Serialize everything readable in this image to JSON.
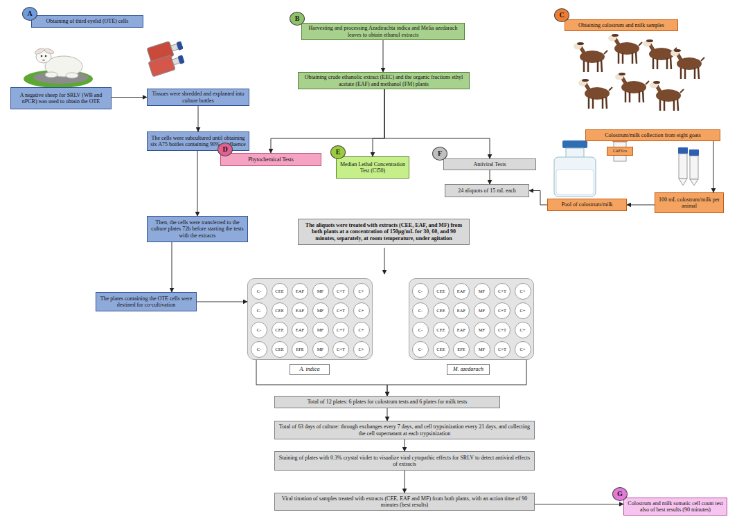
{
  "diagram": {
    "nodes": [
      {
        "text": [
          "A"
        ]
      },
      {
        "text": [
          "Obtaining of third eyelid (OTE) cells"
        ]
      },
      {
        "text": [
          "A negative sheep for SRLV (WB and nPCR) was used to obtain the OTE"
        ]
      },
      {
        "text": [
          "Tissues were shredded and explanted into culture bottles"
        ]
      },
      {
        "text": [
          "The cells were subcultured until obtaining six A75 bottles containing 90% confluence"
        ]
      },
      {
        "text": [
          "Then, the cells were transferred to the culture plates 72h before starting the tests with the extracts"
        ]
      },
      {
        "text": [
          "The plates containing the OTE cells were destined for co-cultivation"
        ]
      },
      {
        "text": [
          "B"
        ]
      },
      {
        "text": [
          "Harvesting and processing Azadirachta indica and Melia azedarach leaves to obtain ethanol extracts"
        ]
      },
      {
        "text": [
          "Obtaining crude ethanolic extract (EEC) and the organic fractions ethyl acetate (EAF) and methanol (FM) plants"
        ]
      },
      {
        "text": [
          "C"
        ]
      },
      {
        "text": [
          "Obtaining colostrum and milk samples"
        ]
      },
      {
        "text": [
          "Colostrum/milk collection from eight goats"
        ]
      },
      {
        "text": [
          "100 mL colostrum/milk per animal"
        ]
      },
      {
        "text": [
          "Pool of colostrum/milk"
        ]
      },
      {
        "text": [
          "CAEVco"
        ]
      },
      {
        "text": [
          "D"
        ]
      },
      {
        "text": [
          "Phytochemical Tests"
        ]
      },
      {
        "text": [
          "E"
        ]
      },
      {
        "text": [
          "Median Lethal Concentration Test (Cl50)"
        ]
      },
      {
        "text": [
          "F"
        ]
      },
      {
        "text": [
          "Antiviral Tests"
        ]
      },
      {
        "text": [
          "24 aliquots of 15 mL each"
        ]
      },
      {
        "text": [
          "The aliquots were treated with extracts (CEE, EAF, and MF) from both plants at a concentration of 150μg/mL for 30, 60, and 90 minutes, separately, at room temperature, under agitation"
        ]
      },
      {
        "text": []
      },
      {
        "text": [
          "C-"
        ],
        "in": 24
      },
      {
        "text": [
          "CEE"
        ],
        "in": 24
      },
      {
        "text": [
          "EAF"
        ],
        "in": 24
      },
      {
        "text": [
          "MF"
        ],
        "in": 24
      },
      {
        "text": [
          "C+T"
        ],
        "in": 24
      },
      {
        "text": [
          "C+"
        ],
        "in": 24
      },
      {
        "text": [
          "C-"
        ],
        "in": 24
      },
      {
        "text": [
          "CEE"
        ],
        "in": 24
      },
      {
        "text": [
          "EAF"
        ],
        "in": 24
      },
      {
        "text": [
          "MF"
        ],
        "in": 24
      },
      {
        "text": [
          "C+T"
        ],
        "in": 24
      },
      {
        "text": [
          "C+"
        ],
        "in": 24
      },
      {
        "text": [
          "C-"
        ],
        "in": 24
      },
      {
        "text": [
          "CEE"
        ],
        "in": 24
      },
      {
        "text": [
          "EAF"
        ],
        "in": 24
      },
      {
        "text": [
          "MF"
        ],
        "in": 24
      },
      {
        "text": [
          "C+T"
        ],
        "in": 24
      },
      {
        "text": [
          "C+"
        ],
        "in": 24
      },
      {
        "text": [
          "C-"
        ],
        "in": 24
      },
      {
        "text": [
          "CEE"
        ],
        "in": 24
      },
      {
        "text": [
          "EFE"
        ],
        "in": 24
      },
      {
        "text": [
          "MF"
        ],
        "in": 24
      },
      {
        "text": [
          "C+T"
        ],
        "in": 24
      },
      {
        "text": [
          "C+"
        ],
        "in": 24
      },
      {
        "text": [
          "A. indica"
        ]
      },
      {
        "text": []
      },
      {
        "text": [
          "C-"
        ],
        "in": 50
      },
      {
        "text": [
          "CEE"
        ],
        "in": 50
      },
      {
        "text": [
          "EAF"
        ],
        "in": 50
      },
      {
        "text": [
          "MF"
        ],
        "in": 50
      },
      {
        "text": [
          "C+T"
        ],
        "in": 50
      },
      {
        "text": [
          "C+"
        ],
        "in": 50
      },
      {
        "text": [
          "C-"
        ],
        "in": 50
      },
      {
        "text": [
          "CEE"
        ],
        "in": 50
      },
      {
        "text": [
          "EAF"
        ],
        "in": 50
      },
      {
        "text": [
          "MF"
        ],
        "in": 50
      },
      {
        "text": [
          "C+T"
        ],
        "in": 50
      },
      {
        "text": [
          "C+"
        ],
        "in": 50
      },
      {
        "text": [
          "C-"
        ],
        "in": 50
      },
      {
        "text": [
          "CEE"
        ],
        "in": 50
      },
      {
        "text": [
          "EAF"
        ],
        "in": 50
      },
      {
        "text": [
          "MF"
        ],
        "in": 50
      },
      {
        "text": [
          "C+T"
        ],
        "in": 50
      },
      {
        "text": [
          "C+"
        ],
        "in": 50
      },
      {
        "text": [
          "C-"
        ],
        "in": 50
      },
      {
        "text": [
          "CEE"
        ],
        "in": 50
      },
      {
        "text": [
          "EFE"
        ],
        "in": 50
      },
      {
        "text": [
          "MF"
        ],
        "in": 50
      },
      {
        "text": [
          "C+T"
        ],
        "in": 50
      },
      {
        "text": [
          "C+"
        ],
        "in": 50
      },
      {
        "text": [
          "M. azedarach"
        ]
      },
      {
        "text": [
          "Total of 12 plates: 6 plates for colostrum tests and 6 plates for milk tests"
        ]
      },
      {
        "text": [
          "Total of 63 days of culture: through exchanges every 7 days, and cell trypsinization every 21 days, and collecting the cell supernatant at each trypsinization"
        ]
      },
      {
        "text": [
          "Staining of plates with 0.3% crystal violet to visualize viral cytopathic effects for SRLV to detect antiviral effects of extracts"
        ]
      },
      {
        "text": [
          "Viral titration of samples treated with extracts (CEE, EAF and MF) from both plants, with an action time of 90 minutes (best results)"
        ]
      },
      {
        "text": [
          "G"
        ]
      },
      {
        "text": [
          "Colostrum and milk somatic cell count test also of best results (90 minutes)"
        ]
      }
    ],
    "edges": [
      {
        "from": 2,
        "to": 3,
        "arrow": "to"
      },
      {
        "from": 3,
        "to": 4,
        "arrow": "to"
      },
      {
        "from": 4,
        "to": 5,
        "arrow": "to"
      },
      {
        "from": 5,
        "to": 6,
        "arrow": "to"
      },
      {
        "from": 6,
        "to": 24,
        "arrow": "to"
      },
      {
        "from": 8,
        "to": 9,
        "arrow": "to"
      },
      {
        "from": 9,
        "to": 17,
        "arrow": "to"
      },
      {
        "from": 9,
        "to": 19,
        "arrow": "to"
      },
      {
        "from": 9,
        "to": 21,
        "arrow": "to"
      },
      {
        "from": 12,
        "to": 13,
        "arrow": "to"
      },
      {
        "from": 13,
        "to": 14,
        "arrow": "to"
      },
      {
        "from": 14,
        "to": 22,
        "arrow": "to"
      },
      {
        "from": 21,
        "to": 22,
        "arrow": "to"
      },
      {
        "from": 24,
        "to": 76,
        "arrow": "to"
      },
      {
        "from": 50,
        "to": 76,
        "arrow": "to"
      },
      {
        "from": 76,
        "to": 77,
        "arrow": "to"
      },
      {
        "from": 77,
        "to": 78,
        "arrow": "to"
      },
      {
        "from": 78,
        "to": 79,
        "arrow": "to"
      },
      {
        "from": 79,
        "to": 81,
        "arrow": "to"
      }
    ]
  }
}
